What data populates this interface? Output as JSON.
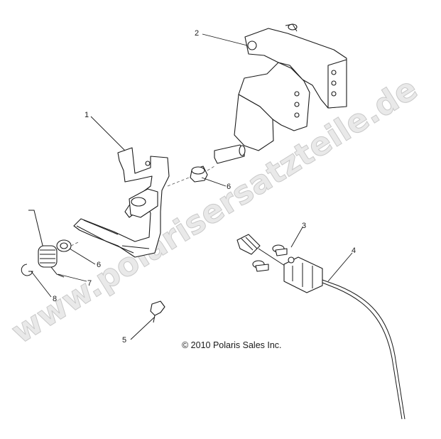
{
  "watermark": "www.polarisersatzteile.de",
  "copyright": "© 2010 Polaris Sales Inc.",
  "callouts": [
    "1",
    "2",
    "3",
    "4",
    "5",
    "6",
    "6",
    "7",
    "8"
  ]
}
